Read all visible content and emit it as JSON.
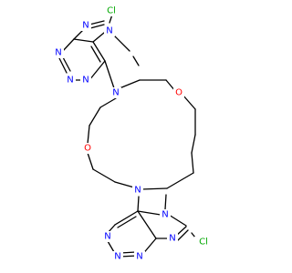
{
  "diagram": {
    "type": "chemical-structure",
    "atom_colors": {
      "N": "#0000ff",
      "O": "#ff0000",
      "Cl": "#00a800",
      "C": "#000000"
    },
    "labels": {
      "n": "N",
      "o": "O",
      "cl": "Cl"
    }
  }
}
